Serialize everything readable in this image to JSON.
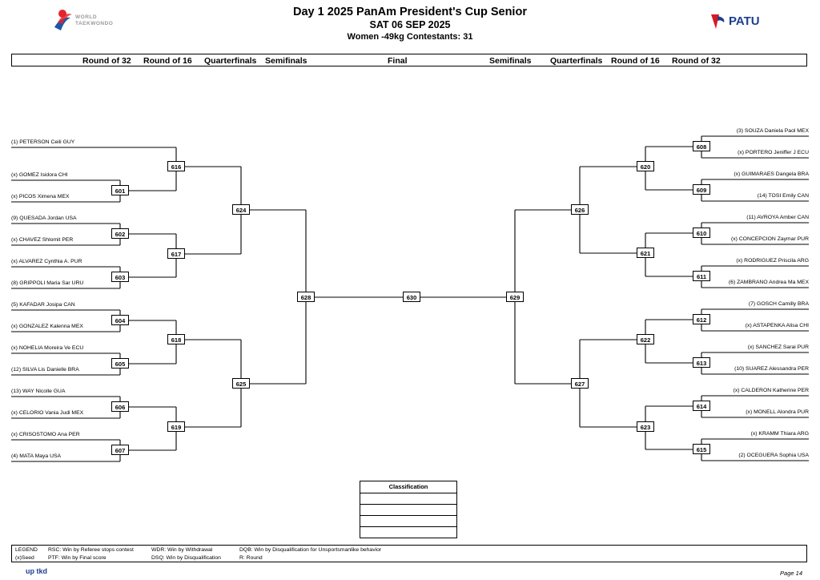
{
  "header": {
    "title": "Day 1 2025 PanAm President's Cup Senior",
    "date": "SAT 06 SEP 2025",
    "category": "Women -49kg  Contestants: 31",
    "left_logo_text_1": "WORLD",
    "left_logo_text_2": "TAEKWONDO",
    "right_logo_text": "PATU"
  },
  "rounds": {
    "left": [
      "Round of 32",
      "Round of 16",
      "Quarterfinals",
      "Semifinals"
    ],
    "final": "Final",
    "right": [
      "Semifinals",
      "Quarterfinals",
      "Round of 16",
      "Round of 32"
    ]
  },
  "left_athletes": [
    "(1) PETERSON Ceili GUY",
    "(x) GOMEZ Isidora CHI",
    "(x) PICOS Ximena MEX",
    "(9) QUESADA Jordan USA",
    "(x) CHAVEZ Shlomit PER",
    "(x) ALVAREZ Cynthia A. PUR",
    "(8) GRIPPOLI Maria Sar URU",
    "(5) KAFADAR Josipa CAN",
    "(x) GONZALEZ Kalenna MEX",
    "(x) NOHELIA Moreira Ve ECU",
    "(12) SILVA Lis Danielle BRA",
    "(13) WAY Nicolle GUA",
    "(x) CELORIO Vania Judi MEX",
    "(x) CRISOSTOMO Ana PER",
    "(4) MATA Maya USA"
  ],
  "right_athletes": [
    "(3) SOUZA Daniela Paol MEX",
    "(x) PORTERO Jeniffer J ECU",
    "(x) GUIMARAES Dangela BRA",
    "(14) TOSI Emily CAN",
    "(11) AVROYA Amber CAN",
    "(x) CONCEPCION Zaymar  PUR",
    "(x) RODRIGUEZ Priscila ARG",
    "(6) ZAMBRANO Andrea Ma MEX",
    "(7) GOSCH Camilly BRA",
    "(x) ASTAPENKA Alisa CHI",
    "(x) SANCHEZ Sarai PUR",
    "(10) SUAREZ Alessandra PER",
    "(x) CALDERON Katherine PER",
    "(x) MONELL Alondra PUR",
    "(x) KRAMM Thiara ARG",
    "(2) OCEGUERA Sophia USA"
  ],
  "matches": {
    "left_r32": [
      "601",
      "602",
      "603",
      "604",
      "605",
      "606",
      "607"
    ],
    "left_r16": [
      "616",
      "617",
      "618",
      "619"
    ],
    "left_qf": [
      "624",
      "625"
    ],
    "left_sf": "628",
    "final": "630",
    "right_sf": "629",
    "right_qf": [
      "626",
      "627"
    ],
    "right_r16": [
      "620",
      "621",
      "622",
      "623"
    ],
    "right_r32": [
      "608",
      "609",
      "610",
      "611",
      "612",
      "613",
      "614",
      "615"
    ]
  },
  "classification": {
    "title": "Classification",
    "rows": 4
  },
  "legend": {
    "label": "LEGEND",
    "seed": "(x)Seed",
    "rsc": "RSC: Win by Referee stops contest",
    "ptf": "PTF: Win by Final score",
    "wdr": "WDR: Win by Withdrawal",
    "dsq": "DSQ: Win by Disqualification",
    "dqb": "DQB: Win by Disqualification for Unsportsmanlike behavior",
    "r": "R: Round"
  },
  "footer": {
    "logo": "up tkd",
    "page": "Page 14"
  },
  "colors": {
    "wt_red": "#e3262b",
    "wt_blue": "#1d57a8",
    "patu_red": "#d71920",
    "patu_blue": "#1d3e8f"
  }
}
